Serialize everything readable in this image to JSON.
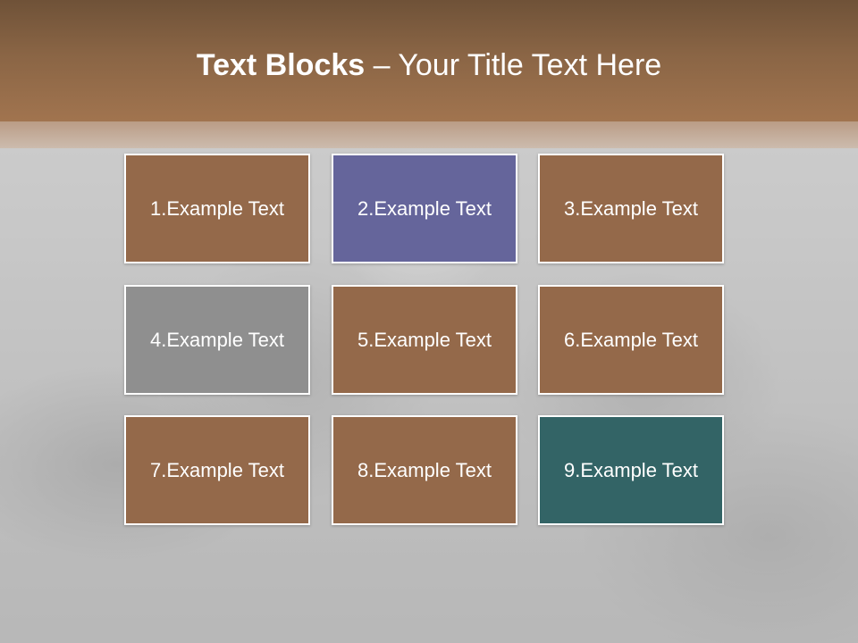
{
  "header": {
    "title_bold": "Text Blocks",
    "title_rest": " – Your Title Text Here"
  },
  "colors": {
    "brown": "#94694A",
    "purple": "#65659B",
    "gray": "#8F8F8F",
    "teal": "#336466",
    "header": "#8A6545"
  },
  "blocks": [
    {
      "label": "1.Example Text",
      "color": "#94694A"
    },
    {
      "label": "2.Example Text",
      "color": "#65659B"
    },
    {
      "label": "3.Example Text",
      "color": "#94694A"
    },
    {
      "label": "4.Example Text",
      "color": "#8F8F8F"
    },
    {
      "label": "5.Example Text",
      "color": "#94694A"
    },
    {
      "label": "6.Example Text",
      "color": "#94694A"
    },
    {
      "label": "7.Example Text",
      "color": "#94694A"
    },
    {
      "label": "8.Example Text",
      "color": "#94694A"
    },
    {
      "label": "9.Example Text",
      "color": "#336466"
    }
  ]
}
